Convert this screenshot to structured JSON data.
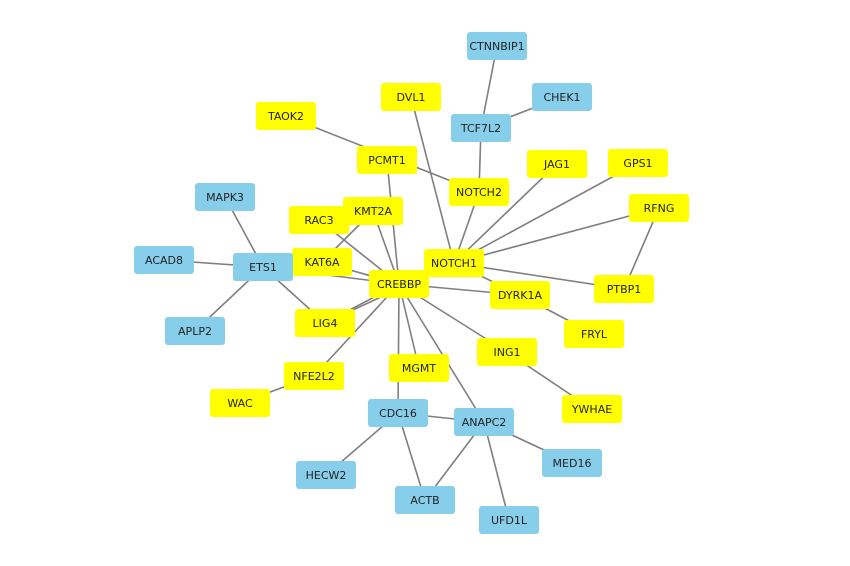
{
  "colors": {
    "yellow_node": "#ffff00",
    "blue_node": "#87ceeb",
    "edge": "#7f7f7f",
    "text": "#222222"
  },
  "nodes": [
    {
      "id": "CTNNBIP1",
      "label": "CTNNBIP1",
      "type": "blue"
    },
    {
      "id": "DVL1",
      "label": "DVL1",
      "type": "yellow"
    },
    {
      "id": "CHEK1",
      "label": "CHEK1",
      "type": "blue"
    },
    {
      "id": "TAOK2",
      "label": "TAOK2",
      "type": "yellow"
    },
    {
      "id": "TCF7L2",
      "label": "TCF7L2",
      "type": "blue"
    },
    {
      "id": "PCMT1",
      "label": "PCMT1",
      "type": "yellow"
    },
    {
      "id": "JAG1",
      "label": "JAG1",
      "type": "yellow"
    },
    {
      "id": "GPS1",
      "label": "GPS1",
      "type": "yellow"
    },
    {
      "id": "NOTCH2",
      "label": "NOTCH2",
      "type": "yellow"
    },
    {
      "id": "MAPK3",
      "label": "MAPK3",
      "type": "blue"
    },
    {
      "id": "RFNG",
      "label": "RFNG",
      "type": "yellow"
    },
    {
      "id": "KMT2A",
      "label": "KMT2A",
      "type": "yellow"
    },
    {
      "id": "RAC3",
      "label": "RAC3",
      "type": "yellow"
    },
    {
      "id": "ACAD8",
      "label": "ACAD8",
      "type": "blue"
    },
    {
      "id": "KAT6A",
      "label": "KAT6A",
      "type": "yellow"
    },
    {
      "id": "ETS1",
      "label": "ETS1",
      "type": "blue"
    },
    {
      "id": "NOTCH1",
      "label": "NOTCH1",
      "type": "yellow"
    },
    {
      "id": "CREBBP",
      "label": "CREBBP",
      "type": "yellow"
    },
    {
      "id": "PTBP1",
      "label": "PTBP1",
      "type": "yellow"
    },
    {
      "id": "DYRK1A",
      "label": "DYRK1A",
      "type": "yellow"
    },
    {
      "id": "LIG4",
      "label": "LIG4",
      "type": "yellow"
    },
    {
      "id": "APLP2",
      "label": "APLP2",
      "type": "blue"
    },
    {
      "id": "FRYL",
      "label": "FRYL",
      "type": "yellow"
    },
    {
      "id": "ING1",
      "label": "ING1",
      "type": "yellow"
    },
    {
      "id": "MGMT",
      "label": "MGMT",
      "type": "yellow"
    },
    {
      "id": "NFE2L2",
      "label": "NFE2L2",
      "type": "yellow"
    },
    {
      "id": "WAC",
      "label": "WAC",
      "type": "yellow"
    },
    {
      "id": "YWHAE",
      "label": "YWHAE",
      "type": "yellow"
    },
    {
      "id": "CDC16",
      "label": "CDC16",
      "type": "blue"
    },
    {
      "id": "ANAPC2",
      "label": "ANAPC2",
      "type": "blue"
    },
    {
      "id": "MED16",
      "label": "MED16",
      "type": "blue"
    },
    {
      "id": "HECW2",
      "label": "HECW2",
      "type": "blue"
    },
    {
      "id": "ACTB",
      "label": "ACTB",
      "type": "blue"
    },
    {
      "id": "UFD1L",
      "label": "UFD1L",
      "type": "blue"
    }
  ],
  "edges": [
    [
      "CTNNBIP1",
      "TCF7L2"
    ],
    [
      "CHEK1",
      "TCF7L2"
    ],
    [
      "TCF7L2",
      "NOTCH2"
    ],
    [
      "DVL1",
      "NOTCH1"
    ],
    [
      "TAOK2",
      "NOTCH2"
    ],
    [
      "PCMT1",
      "CREBBP"
    ],
    [
      "NOTCH2",
      "NOTCH1"
    ],
    [
      "JAG1",
      "NOTCH1"
    ],
    [
      "GPS1",
      "NOTCH1"
    ],
    [
      "RFNG",
      "NOTCH1"
    ],
    [
      "RFNG",
      "PTBP1"
    ],
    [
      "NOTCH1",
      "PTBP1"
    ],
    [
      "NOTCH1",
      "CREBBP"
    ],
    [
      "NOTCH1",
      "LIG4"
    ],
    [
      "DYRK1A",
      "NOTCH1"
    ],
    [
      "DYRK1A",
      "FRYL"
    ],
    [
      "DYRK1A",
      "CREBBP"
    ],
    [
      "MAPK3",
      "ETS1"
    ],
    [
      "ACAD8",
      "ETS1"
    ],
    [
      "ETS1",
      "APLP2"
    ],
    [
      "ETS1",
      "CREBBP"
    ],
    [
      "ETS1",
      "LIG4"
    ],
    [
      "KMT2A",
      "CREBBP"
    ],
    [
      "RAC3",
      "CREBBP"
    ],
    [
      "KMT2A",
      "KAT6A"
    ],
    [
      "KAT6A",
      "CREBBP"
    ],
    [
      "LIG4",
      "CREBBP"
    ],
    [
      "NFE2L2",
      "CREBBP"
    ],
    [
      "NFE2L2",
      "WAC"
    ],
    [
      "CREBBP",
      "MGMT"
    ],
    [
      "CREBBP",
      "ING1"
    ],
    [
      "ING1",
      "YWHAE"
    ],
    [
      "CREBBP",
      "CDC16"
    ],
    [
      "CREBBP",
      "ANAPC2"
    ],
    [
      "CDC16",
      "ANAPC2"
    ],
    [
      "CDC16",
      "HECW2"
    ],
    [
      "CDC16",
      "ACTB"
    ],
    [
      "ANAPC2",
      "ACTB"
    ],
    [
      "ANAPC2",
      "MED16"
    ],
    [
      "ANAPC2",
      "UFD1L"
    ]
  ]
}
